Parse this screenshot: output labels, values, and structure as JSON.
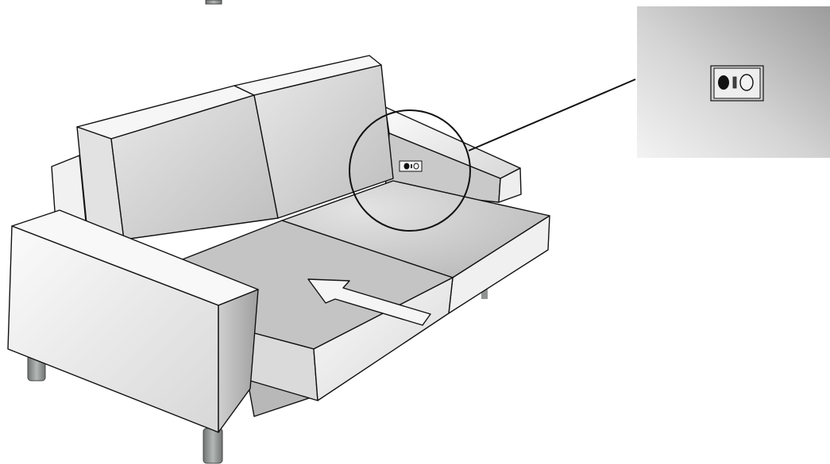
{
  "illustration": {
    "subject": "sofa-with-side-button",
    "callout_target": "control-button-panel",
    "instruction_arrow": "push-seat-in-direction",
    "colors": {
      "outline": "#111111",
      "light_face": "#f4f4f4",
      "mid_face": "#d9d9d9",
      "dark_face": "#a9a9a9",
      "leg": "#8f9493",
      "inset_bg_light": "#f0f0f0",
      "inset_bg_dark": "#9a9a9a"
    }
  }
}
